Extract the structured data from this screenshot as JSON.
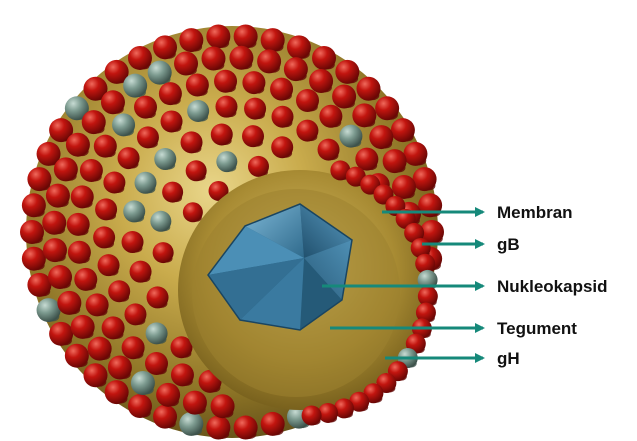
{
  "diagram": {
    "labels": {
      "membran": "Membran",
      "gb": "gB",
      "nukleokapsid": "Nukleokapsid",
      "tegument": "Tegument",
      "gh": "gH"
    },
    "colors": {
      "arrow": "#16897a",
      "membrane_gold": "#b89a3c",
      "spike_red": "#b1120f",
      "spike_grey_green": "#6f8f85",
      "capsid_blue": "#3f7fa3",
      "label_text": "#111111"
    }
  }
}
